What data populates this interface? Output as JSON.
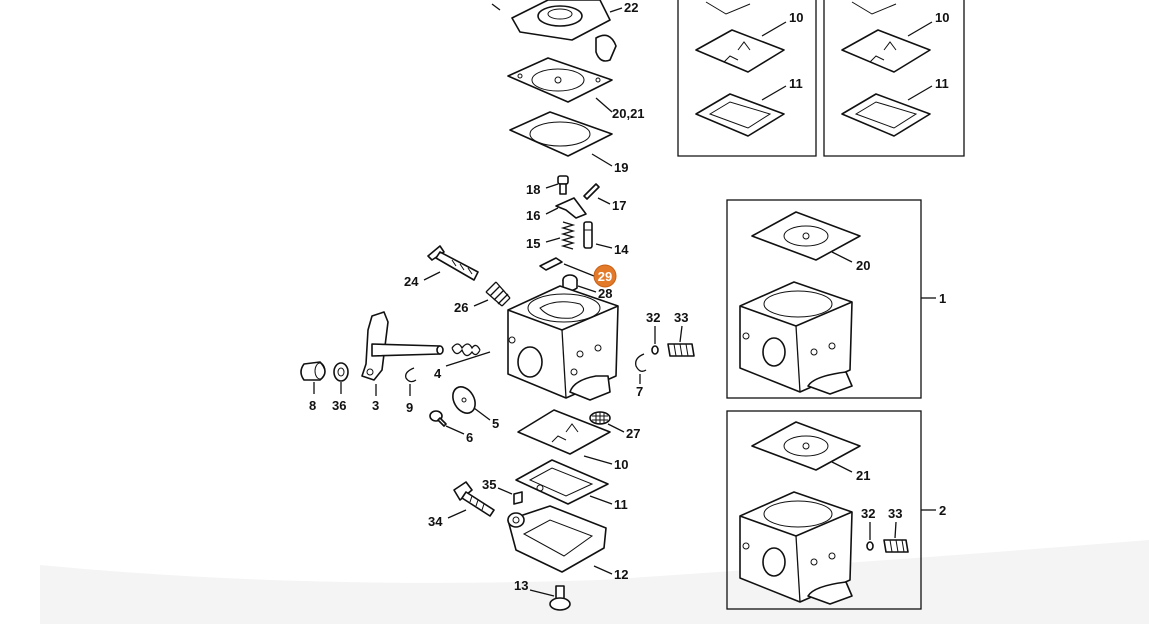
{
  "diagram": {
    "highlight_color": "#e37a2a",
    "highlighted_part": "29",
    "labels": {
      "p22": "22",
      "p20_21": "20,21",
      "p19": "19",
      "p18": "18",
      "p17": "17",
      "p16": "16",
      "p15": "15",
      "p14": "14",
      "p29": "29",
      "p28": "28",
      "p24": "24",
      "p26": "26",
      "p32": "32",
      "p33": "33",
      "p4": "4",
      "p7": "7",
      "p8": "8",
      "p36": "36",
      "p3": "3",
      "p9": "9",
      "p5": "5",
      "p6": "6",
      "p27": "27",
      "p10": "10",
      "p35": "35",
      "p11": "11",
      "p34": "34",
      "p12": "12",
      "p13": "13",
      "inset_a_10": "10",
      "inset_a_11": "11",
      "inset_b_10": "10",
      "inset_b_11": "11",
      "inset1_20": "20",
      "inset1_ref": "1",
      "inset2_21": "21",
      "inset2_32": "32",
      "inset2_33": "33",
      "inset2_ref": "2"
    }
  }
}
